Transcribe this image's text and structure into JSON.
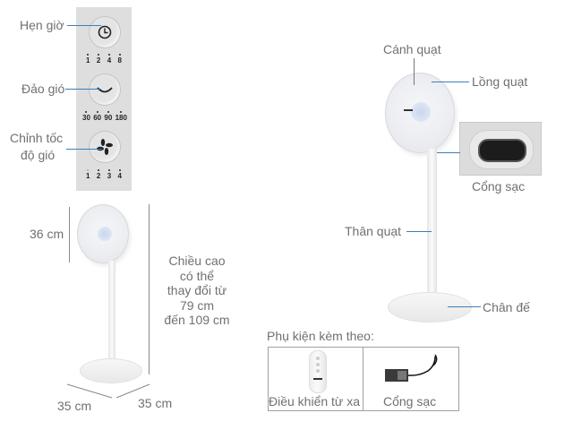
{
  "control_panel": {
    "timer": {
      "label": "Hẹn giờ",
      "icon": "clock-icon",
      "options": [
        "1",
        "2",
        "4",
        "8"
      ]
    },
    "swing": {
      "label": "Đảo gió",
      "icon": "swing-icon",
      "options": [
        "30",
        "60",
        "90",
        "180"
      ]
    },
    "speed": {
      "label_line1": "Chỉnh tốc",
      "label_line2": "độ gió",
      "icon": "fan-icon",
      "options": [
        "1",
        "2",
        "3",
        "4"
      ]
    }
  },
  "dimensions": {
    "head_height": "36 cm",
    "height_line1": "Chiều cao",
    "height_line2": "có thể",
    "height_line3": "thay đổi từ",
    "height_line4": "79 cm",
    "height_line5": "đến 109 cm",
    "base_width": "35 cm",
    "base_depth": "35 cm"
  },
  "parts": {
    "blade": "Cánh quạt",
    "cage": "Lồng quạt",
    "charging_port": "Cổng sạc",
    "body": "Thân quạt",
    "base": "Chân đế"
  },
  "accessories": {
    "title": "Phụ kiện kèm theo:",
    "items": [
      {
        "label": "Điều khiển từ xa",
        "icon": "remote-control-icon"
      },
      {
        "label": "Cổng sạc",
        "icon": "charger-adapter-icon"
      }
    ]
  },
  "colors": {
    "callout_line": "#3d7fb5",
    "label_text": "#707070",
    "panel_bg": "#dedede"
  }
}
